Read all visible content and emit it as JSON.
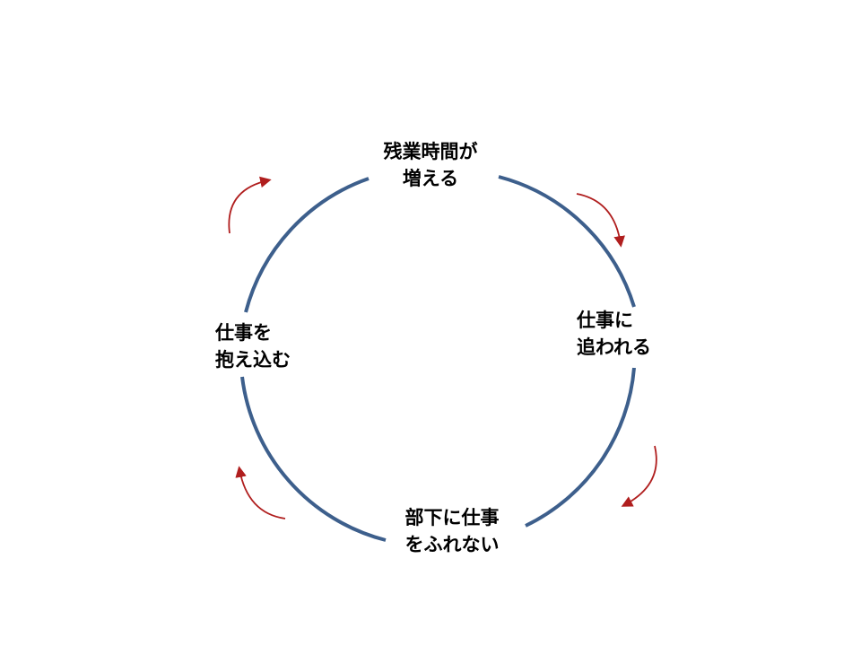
{
  "cycle": {
    "nodes": [
      {
        "lines": [
          "残業時間が",
          "増える"
        ]
      },
      {
        "lines": [
          "仕事に",
          "追われる"
        ]
      },
      {
        "lines": [
          "部下に仕事",
          "をふれない"
        ]
      },
      {
        "lines": [
          "仕事を",
          "抱え込む"
        ]
      }
    ]
  },
  "colors": {
    "circle": "#3d5f8c",
    "arrow": "#b01e1e",
    "text": "#000000"
  }
}
